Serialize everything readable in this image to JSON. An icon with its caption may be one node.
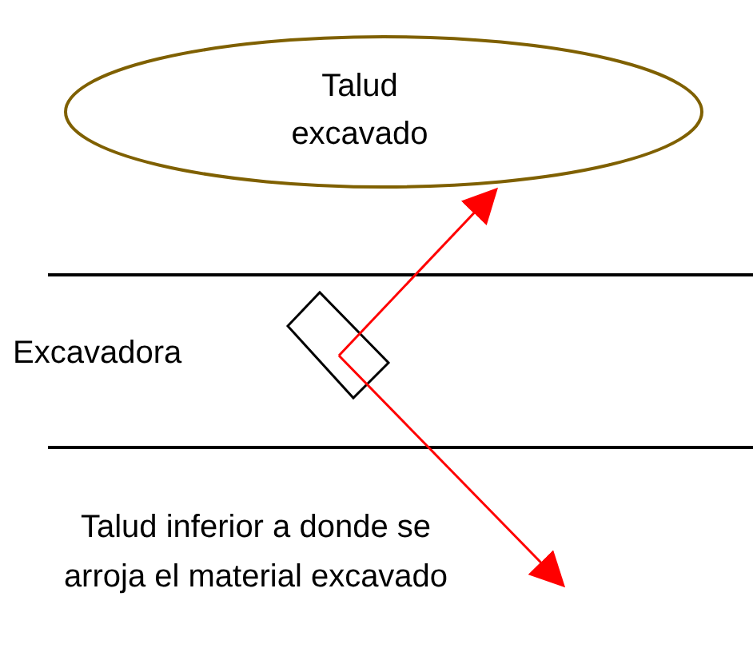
{
  "diagram": {
    "nodes": [
      {
        "text": [
          "Talud excavado"
        ]
      },
      {
        "text": [
          "Excavadora"
        ]
      },
      {
        "text": [],
        "shape": "box"
      },
      {
        "text": [
          "Talud inferior a donde se arroja el material excavado"
        ]
      }
    ],
    "edges": [
      {
        "from": 2,
        "to": 0,
        "arrow": "to",
        "color": "#ff0000"
      },
      {
        "from": 2,
        "to": null,
        "arrow": "to",
        "color": "#ff0000"
      }
    ]
  }
}
